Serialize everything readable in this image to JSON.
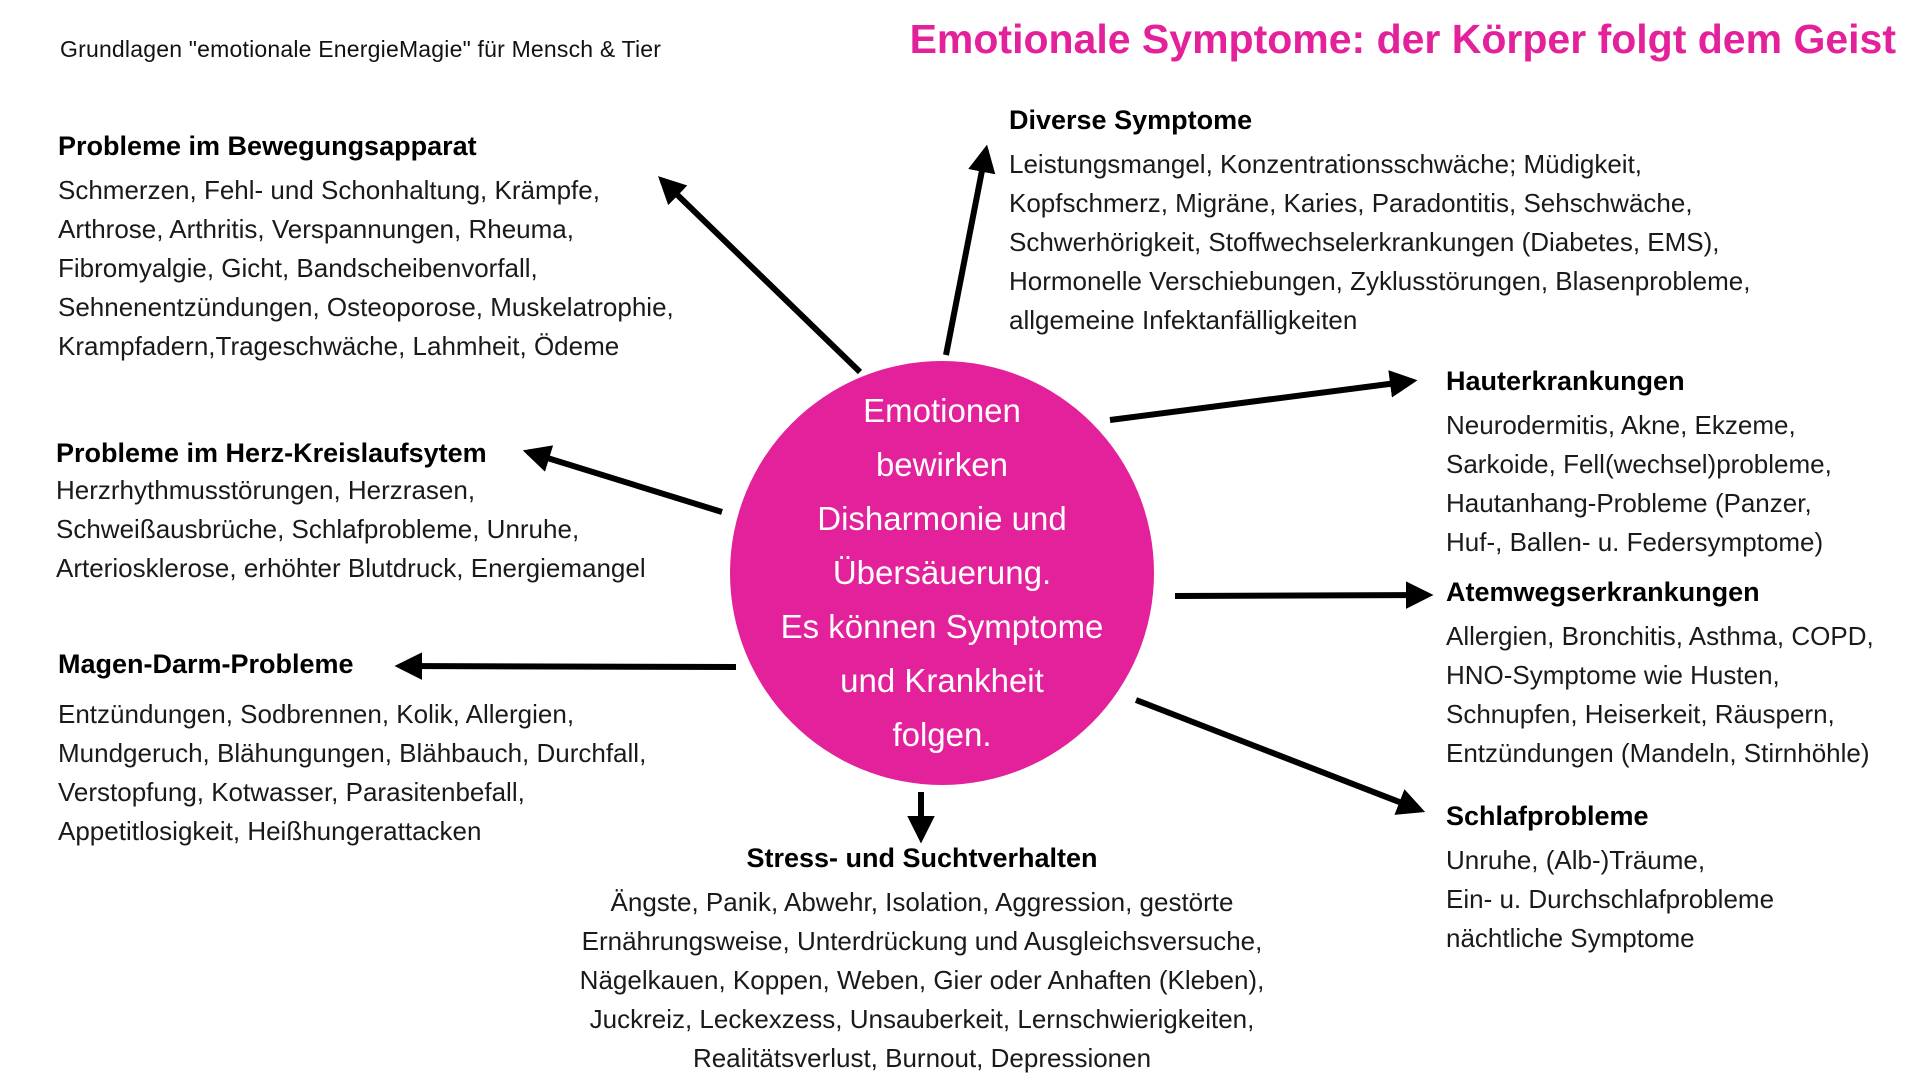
{
  "colors": {
    "accent_pink": "#E3219B"
  },
  "header": {
    "subtitle": "Grundlagen \"emotionale EnergieMagie\" für Mensch & Tier",
    "title": "Emotionale Symptome: der Körper folgt dem Geist"
  },
  "center_node": {
    "text": "Emotionen\nbewirken\nDisharmonie und\nÜbersäuerung.\nEs können Symptome\nund Krankheit\nfolgen."
  },
  "sections": {
    "bewegungsapparat": {
      "heading": "Probleme im Bewegungsapparat",
      "body": "Schmerzen, Fehl- und Schonhaltung, Krämpfe,\nArthrose, Arthritis, Verspannungen, Rheuma,\nFibromyalgie, Gicht, Bandscheibenvorfall,\nSehnenentzündungen, Osteoporose, Muskelatrophie,\nKrampfadern,Trageschwäche, Lahmheit, Ödeme"
    },
    "diverse": {
      "heading": "Diverse Symptome",
      "body": "Leistungsmangel, Konzentrationsschwäche; Müdigkeit,\nKopfschmerz, Migräne, Karies, Paradontitis, Sehschwäche,\nSchwerhörigkeit, Stoffwechselerkrankungen (Diabetes, EMS),\nHormonelle Verschiebungen, Zyklusstörungen, Blasenprobleme,\nallgemeine Infektanfälligkeiten"
    },
    "haut": {
      "heading": "Hauterkrankungen",
      "body": "Neurodermitis, Akne, Ekzeme,\nSarkoide, Fell(wechsel)probleme,\nHautanhang-Probleme (Panzer,\nHuf-, Ballen- u. Federsymptome)"
    },
    "herz": {
      "heading": "Probleme im Herz-Kreislaufsytem",
      "body": "Herzrhythmusstörungen, Herzrasen,\nSchweißausbrüche, Schlafprobleme, Unruhe,\nArteriosklerose, erhöhter Blutdruck, Energiemangel"
    },
    "atemwege": {
      "heading": "Atemwegserkrankungen",
      "body": "Allergien, Bronchitis, Asthma, COPD,\nHNO-Symptome wie Husten,\nSchnupfen, Heiserkeit, Räuspern,\nEntzündungen (Mandeln, Stirnhöhle)"
    },
    "magen_darm": {
      "heading": "Magen-Darm-Probleme",
      "body": "Entzündungen, Sodbrennen, Kolik, Allergien,\nMundgeruch, Blähungungen, Blähbauch, Durchfall,\nVerstopfung, Kotwasser, Parasitenbefall,\nAppetitlosigkeit, Heißhungerattacken"
    },
    "schlaf": {
      "heading": "Schlafprobleme",
      "body": "Unruhe, (Alb-)Träume,\nEin- u. Durchschlafprobleme\nnächtliche Symptome"
    },
    "stress": {
      "heading": "Stress- und Suchtverhalten",
      "body": "Ängste, Panik, Abwehr, Isolation, Aggression, gestörte\nErnährungsweise, Unterdrückung und Ausgleichsversuche,\nNägelkauen, Koppen, Weben, Gier oder Anhaften (Kleben),\nJuckreiz, Leckexzess, Unsauberkeit, Lernschwierigkeiten,\nRealitätsverlust, Burnout, Depressionen"
    }
  }
}
